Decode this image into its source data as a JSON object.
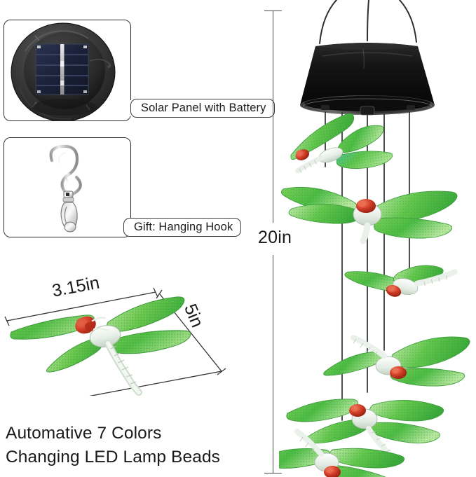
{
  "page": {
    "title": "Solar Dragonfly Wind Chime Product Infographic",
    "background": "#ffffff",
    "text_color": "#1a1a1a",
    "line_color": "#2a2a2a"
  },
  "callouts": [
    {
      "id": "solar-panel",
      "label": "Solar Panel with Battery",
      "image_name": "solar-panel-photo",
      "image_description": "Round black solar lamp head with dark blue square photovoltaic cell"
    },
    {
      "id": "hanging-hook",
      "label": "Gift: Hanging Hook",
      "image_name": "hanging-hook-photo",
      "image_description": "Chrome S-shaped swivel hanging hook"
    }
  ],
  "dimensions": {
    "height": {
      "value": "20in",
      "name": "overall-height-dimension"
    },
    "dragonfly_width": {
      "value": "3.15in",
      "name": "dragonfly-width-dimension"
    },
    "dragonfly_length": {
      "value": "5in",
      "name": "dragonfly-length-dimension"
    }
  },
  "caption": {
    "line1": "Automative 7 Colors",
    "line2": "Changing LED Lamp Beads"
  },
  "product": {
    "name": "solar-dragonfly-wind-chime",
    "cap_color": "#121212",
    "dragonfly_wing_color": "#4fc04a",
    "dragonfly_wing_color_light": "#9fe08a",
    "dragonfly_head_color": "#cf3b28",
    "dragonfly_body_color": "#e8f3ec",
    "string_color": "#3b3b3b",
    "dragonfly_count": 6
  }
}
